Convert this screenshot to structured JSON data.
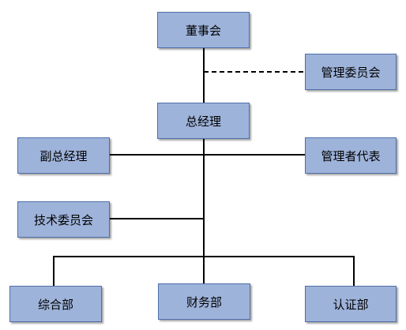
{
  "org_chart": {
    "board": "董事会",
    "management_committee": "管理委员会",
    "general_manager": "总经理",
    "deputy_general_manager": "副总经理",
    "management_representative": "管理者代表",
    "technical_committee": "技术委员会",
    "departments": [
      "综合部",
      "财务部",
      "认证部"
    ]
  },
  "colors": {
    "box_fill": "#9eb3da",
    "box_border": "#4f6fa8",
    "line": "#000000"
  }
}
